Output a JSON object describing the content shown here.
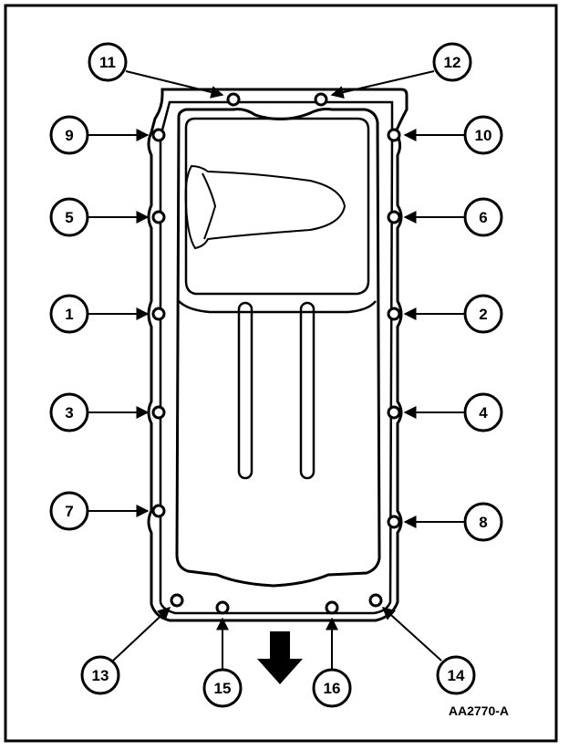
{
  "figure_id": "AA2770-A",
  "callouts": [
    {
      "label": "11",
      "side": "top-left"
    },
    {
      "label": "12",
      "side": "top-right"
    },
    {
      "label": "9",
      "side": "left"
    },
    {
      "label": "10",
      "side": "right"
    },
    {
      "label": "5",
      "side": "left"
    },
    {
      "label": "6",
      "side": "right"
    },
    {
      "label": "1",
      "side": "left"
    },
    {
      "label": "2",
      "side": "right"
    },
    {
      "label": "3",
      "side": "left"
    },
    {
      "label": "4",
      "side": "right"
    },
    {
      "label": "7",
      "side": "left"
    },
    {
      "label": "8",
      "side": "right"
    },
    {
      "label": "13",
      "side": "bottom-left"
    },
    {
      "label": "14",
      "side": "bottom-right"
    },
    {
      "label": "15",
      "side": "bottom"
    },
    {
      "label": "16",
      "side": "bottom"
    }
  ],
  "colors": {
    "ink": "#000000",
    "paper": "#ffffff"
  }
}
